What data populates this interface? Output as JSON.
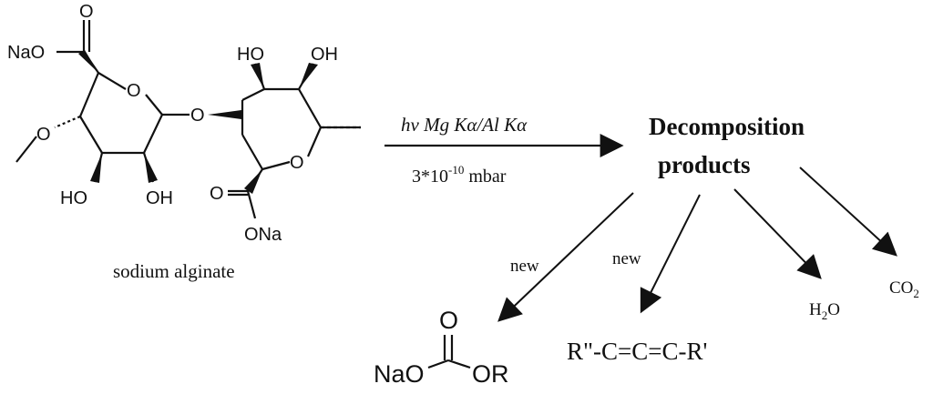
{
  "molecule": {
    "caption": "sodium alginate",
    "groups": {
      "carboxylate_left": "NaO",
      "carbonyl_left": "O",
      "methoxy_o": "O",
      "ring_o_left": "O",
      "oh_bottom_left": "HO",
      "oh_bottom_mid": "OH",
      "glycosidic_o": "O",
      "oh_top_left": "HO",
      "oh_top_right": "OH",
      "ring_o_right": "O",
      "carbonyl_right": "O",
      "carboxylate_right": "ONa"
    }
  },
  "reaction": {
    "condition_top": "hv Mg Kα/Al Kα",
    "condition_bottom_base": "3*10",
    "condition_bottom_exp": "-10",
    "condition_bottom_unit": " mbar"
  },
  "decomposition": {
    "line1": "Decomposition",
    "line2": "products"
  },
  "branches": {
    "new_label_1": "new",
    "new_label_2": "new"
  },
  "products": {
    "carbonate": {
      "carbonyl_o": "O",
      "left": "NaO",
      "right": "OR"
    },
    "cumulene": "R\"-C=C=C-R'",
    "water": {
      "base": "H",
      "sub": "2",
      "tail": "O"
    },
    "co2": {
      "base": "CO",
      "sub": "2"
    }
  }
}
